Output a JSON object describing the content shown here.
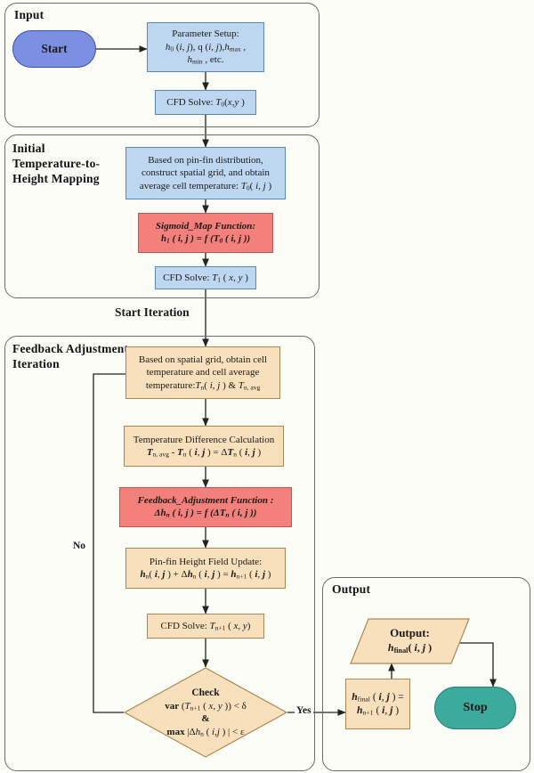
{
  "figure": {
    "type": "flowchart",
    "title": "CFD-based pin-fin height field iterative optimization flowchart"
  },
  "colors": {
    "panel_border": "#6b6b6b",
    "process_blue": "#bdd7f0",
    "process_tan": "#f7e0bb",
    "function_red": "#f4807c",
    "start_blue": "#7b90e2",
    "stop_teal": "#3cab9d",
    "background": "#fdfdf7",
    "text": "#1a1a1a"
  },
  "panels": {
    "input": {
      "title": "Input"
    },
    "mapping": {
      "title": "Initial\nTemperature-to-\nHeight Mapping",
      "line1": "Initial",
      "line2": "Temperature-to-",
      "line3": "Height Mapping"
    },
    "feedback": {
      "title": "Feedback Adjustment\nIteration",
      "line1": "Feedback Adjustment",
      "line2": "Iteration"
    },
    "output": {
      "title": "Output"
    }
  },
  "nodes": {
    "start": {
      "label": "Start",
      "shape": "terminator"
    },
    "parameter_setup": {
      "shape": "process",
      "line1": "Parameter Setup:",
      "line2": "h₀ (i, j), q (i, j), h_max ,",
      "line3": "h_min , etc."
    },
    "cfd_solve_0": {
      "shape": "process",
      "line1": "CFD Solve: T₀ (x, y)"
    },
    "grid_construct": {
      "shape": "process",
      "line1": "Based on pin-fin distribution,",
      "line2": "construct spatial grid, and obtain",
      "line3": "average cell temperature: T₀ (i, j)"
    },
    "sigmoid_map": {
      "shape": "function",
      "line1": "Sigmoid_Map Function:",
      "line2": "h₁ (i, j) = f (T₀ (i, j))"
    },
    "cfd_solve_1": {
      "shape": "process",
      "line1": "CFD Solve: T₁ (x, y)"
    },
    "cell_temperature": {
      "shape": "process",
      "line1": "Based on spatial grid, obtain cell",
      "line2": "temperature and cell average",
      "line3": "temperature:T_n (i, j) & T_n,avg"
    },
    "temp_difference": {
      "shape": "process",
      "line1": "Temperature Difference Calculation",
      "line2": "T_n,avg - T_n (i, j) = ΔT_n (i, j)"
    },
    "feedback_adjustment": {
      "shape": "function",
      "line1": "Feedback_Adjustment Function :",
      "line2": "Δh_n (i, j) = f (ΔT_n (i, j))"
    },
    "height_update": {
      "shape": "process",
      "line1": "Pin-fin Height Field Update:",
      "line2": "h_n (i, j) + Δh_n (i, j) = h_n+1 (i, j)"
    },
    "cfd_solve_n1": {
      "shape": "process",
      "line1": "CFD Solve: T_n+1 (x, y)"
    },
    "check": {
      "shape": "decision",
      "line1": "Check",
      "line2": "var (T_n+1 (x, y)) < δ",
      "line3": "&",
      "line4": "max |Δh_n (i, j)| < ε"
    },
    "assign_final": {
      "shape": "process",
      "line1": "h_final (i, j) =",
      "line2": "h_n+1 (i, j)"
    },
    "output_result": {
      "shape": "data",
      "line1": "Output:",
      "line2": "h_final (i, j)"
    },
    "stop": {
      "label": "Stop",
      "shape": "terminator"
    }
  },
  "edge_labels": {
    "start_iteration": "Start Iteration",
    "no": "No",
    "yes": "Yes"
  }
}
